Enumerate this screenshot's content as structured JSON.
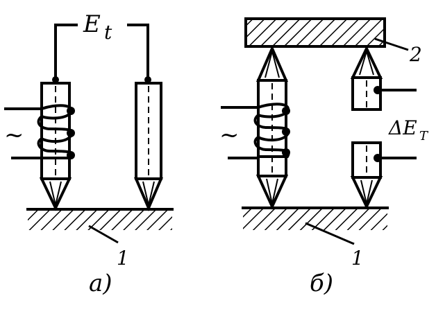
{
  "diagram": {
    "left": {
      "caption": "a)",
      "voltage_label": "E",
      "voltage_sub": "t",
      "surface_label": "1",
      "ac_symbol": "~"
    },
    "right": {
      "caption": "б)",
      "bar_label": "2",
      "delta_label": "ΔE",
      "delta_sub": "T",
      "surface_label": "1",
      "ac_symbol": "~"
    }
  }
}
